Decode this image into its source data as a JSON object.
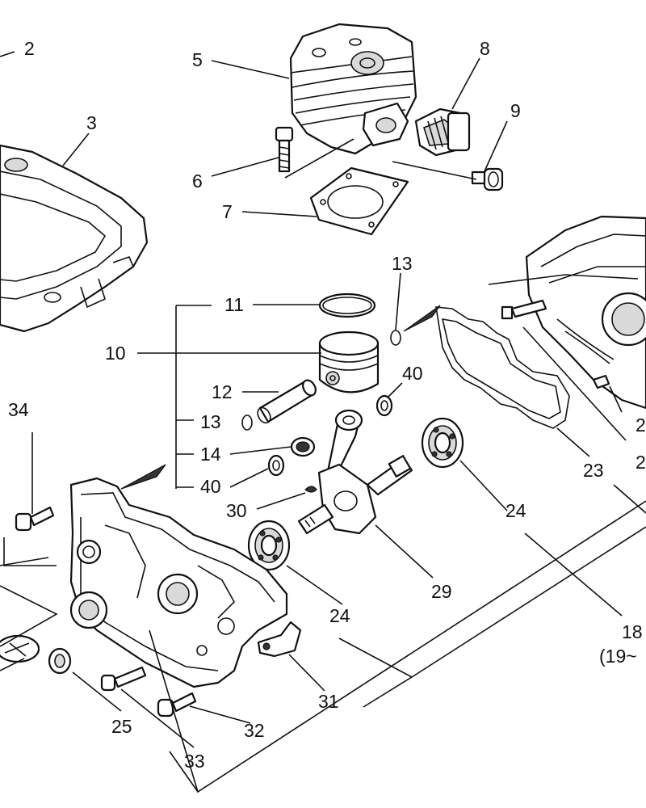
{
  "callouts": {
    "c2": "2",
    "c3": "3",
    "c5": "5",
    "c6": "6",
    "c7": "7",
    "c8": "8",
    "c9": "9",
    "c10": "10",
    "c11": "11",
    "c12": "12",
    "c13a": "13",
    "c13b": "13",
    "c14": "14",
    "c18": "18",
    "c18sub": "(19~",
    "c2x_a": "2",
    "c2x_b": "2",
    "c23": "23",
    "c24a": "24",
    "c24b": "24",
    "c25": "25",
    "c29": "29",
    "c30": "30",
    "c31": "31",
    "c32": "32",
    "c33": "33",
    "c34": "34",
    "c40a": "40",
    "c40b": "40"
  }
}
